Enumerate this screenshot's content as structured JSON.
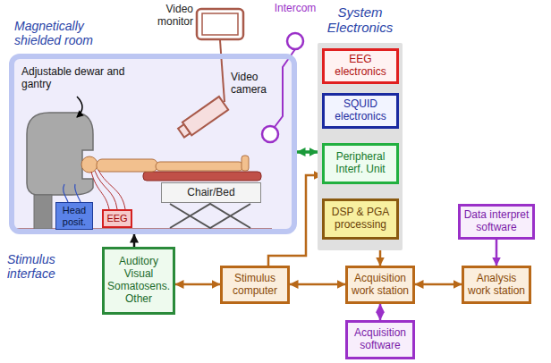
{
  "diagram": {
    "nodes": [
      {
        "text": [
          "Magnetically shielded room"
        ]
      },
      {
        "text": [
          "Head posit."
        ],
        "in": 0
      },
      {
        "text": [
          "EEG"
        ],
        "in": 0
      },
      {
        "text": [
          "Chair/Bed"
        ],
        "in": 0
      },
      {
        "text": [
          "System Electronics"
        ]
      },
      {
        "text": [
          "EEG electronics"
        ],
        "in": 4
      },
      {
        "text": [
          "SQUID electronics"
        ],
        "in": 4
      },
      {
        "text": [
          "Peripheral Interf. Unit"
        ],
        "in": 4
      },
      {
        "text": [
          "DSP & PGA processing"
        ],
        "in": 4
      },
      {
        "text": [
          "Data interpret software"
        ]
      },
      {
        "text": [
          "Auditory Visual Somatosens. Other"
        ]
      },
      {
        "text": [
          "Stimulus computer"
        ]
      },
      {
        "text": [
          "Acquisition work station"
        ]
      },
      {
        "text": [
          "Analysis work station"
        ]
      },
      {
        "text": [
          "Acquisition software"
        ]
      }
    ],
    "edges": [
      {
        "from": 0,
        "to": 4,
        "arrow": "both"
      },
      {
        "from": 10,
        "to": 0,
        "arrow": "to"
      },
      {
        "from": 10,
        "to": 11,
        "arrow": "both"
      },
      {
        "from": 11,
        "to": 12,
        "arrow": "both"
      },
      {
        "from": 11,
        "to": 7,
        "arrow": "to"
      },
      {
        "from": 8,
        "to": 12,
        "arrow": "both"
      },
      {
        "from": 12,
        "to": 14,
        "arrow": "both"
      },
      {
        "from": 12,
        "to": 13,
        "arrow": "both"
      },
      {
        "from": 9,
        "to": 13,
        "arrow": "to"
      }
    ],
    "labels": [
      "Video monitor",
      "Intercom",
      "Adjustable dewar and gantry",
      "Video camera",
      "Stimulus interface"
    ]
  }
}
